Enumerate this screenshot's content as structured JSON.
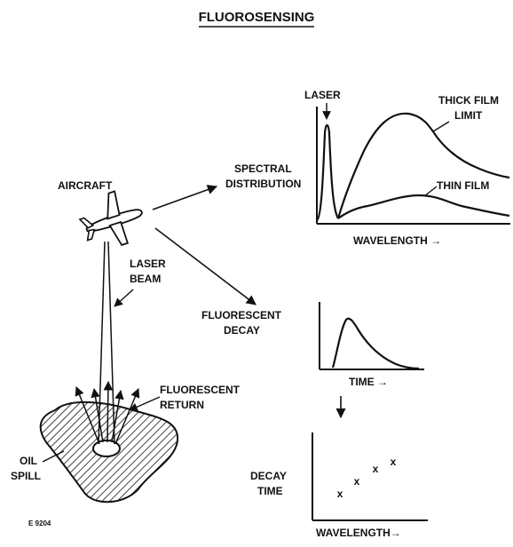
{
  "title": "FLUOROSENSING",
  "labels": {
    "aircraft": "AIRCRAFT",
    "laser_beam_1": "LASER",
    "laser_beam_2": "BEAM",
    "spectral_1": "SPECTRAL",
    "spectral_2": "DISTRIBUTION",
    "fluor_decay_1": "FLUORESCENT",
    "fluor_decay_2": "DECAY",
    "fluor_return_1": "FLUORESCENT",
    "fluor_return_2": "RETURN",
    "oil_1": "OIL",
    "oil_2": "SPILL",
    "laser_peak": "LASER",
    "thick_1": "THICK FILM",
    "thick_2": "LIMIT",
    "thin": "THIN FILM",
    "wavelength_1": "WAVELENGTH →",
    "time": "TIME →",
    "decay_time_1": "DECAY",
    "decay_time_2": "TIME",
    "wavelength_2": "WAVELENGTH→",
    "figure_id": "E 9204"
  },
  "colors": {
    "ink": "#111111",
    "background": "#ffffff"
  }
}
